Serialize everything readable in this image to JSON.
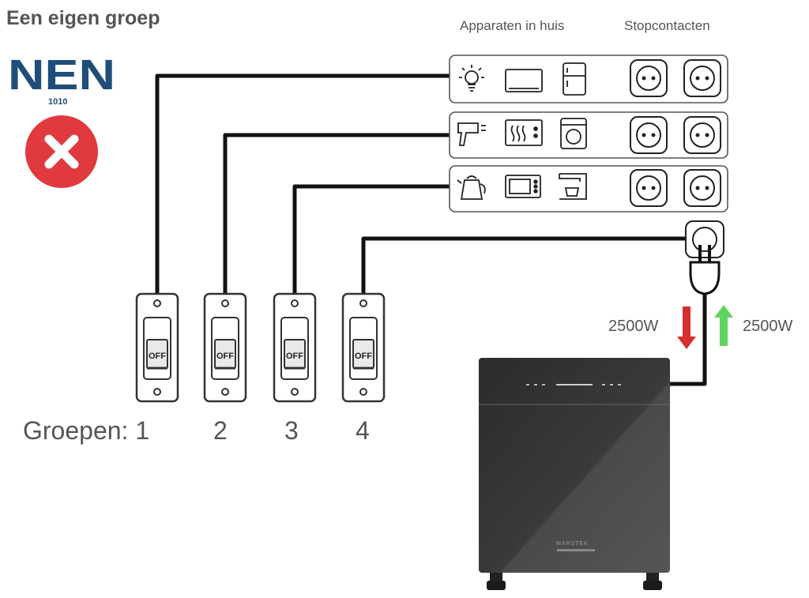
{
  "title": "Een eigen groep",
  "logo": {
    "name": "NEN",
    "sub": "1010",
    "color": "#1f4e79"
  },
  "status_mark": {
    "icon": "x-mark-icon",
    "color": "#e0393e"
  },
  "headers": {
    "appliances": "Apparaten in huis",
    "sockets": "Stopcontacten"
  },
  "rows": [
    {
      "appliances": [
        "lightbulb-icon",
        "tv-icon",
        "fridge-icon"
      ],
      "sockets": 2
    },
    {
      "appliances": [
        "hairdryer-icon",
        "heater-icon",
        "washing-machine-icon"
      ],
      "sockets": 2
    },
    {
      "appliances": [
        "kettle-icon",
        "microwave-icon",
        "coffee-machine-icon"
      ],
      "sockets": 2
    }
  ],
  "breakers": {
    "state_label": "OFF",
    "count": 4
  },
  "groups": {
    "label": "Groepen: 1",
    "numbers": [
      "2",
      "3",
      "4"
    ]
  },
  "power": {
    "down": {
      "value": "2500W",
      "color": "#d62f2f"
    },
    "up": {
      "value": "2500W",
      "color": "#5fd35f"
    }
  },
  "battery": {
    "brand": "MARSTEK",
    "color": "#2a2a2a"
  }
}
